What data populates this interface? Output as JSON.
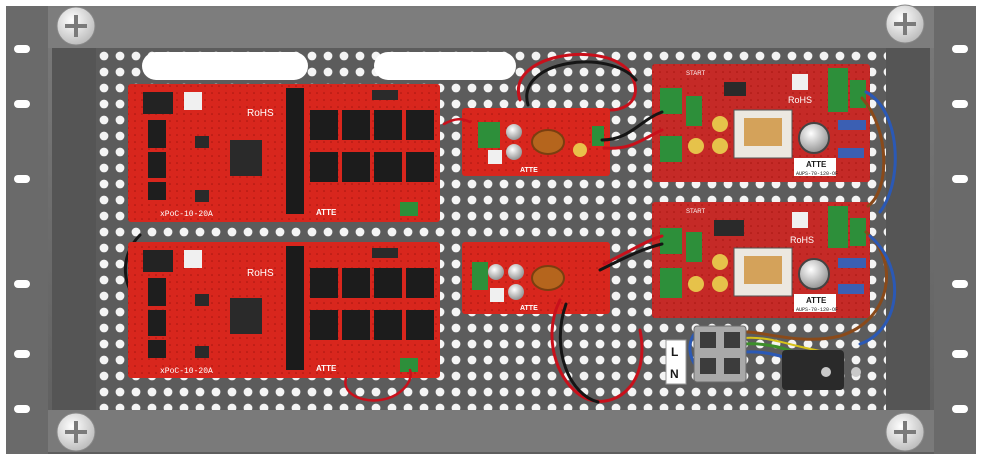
{
  "switches": [
    {
      "model": "xPoC-10-20A",
      "rohs": "RoHS",
      "brand": "ATTE"
    },
    {
      "model": "xPoC-10-20A",
      "rohs": "RoHS",
      "brand": "ATTE"
    }
  ],
  "converters": [
    {
      "brand": "ATTE"
    },
    {
      "brand": "ATTE"
    }
  ],
  "psus": [
    {
      "brand": "ATTE",
      "model": "AUPS-70-120-OF",
      "rohs": "RoHS",
      "start": "START"
    },
    {
      "brand": "ATTE",
      "model": "AUPS-70-120-OF",
      "rohs": "RoHS",
      "start": "START"
    }
  ],
  "terminal": {
    "line": "L",
    "neutral": "N"
  },
  "colors": {
    "rack": "#6d6d6d",
    "board_red": "#d8261d",
    "psu_red": "#c52a27",
    "terminal_green": "#2d8f3a",
    "wire_red": "#c8101b",
    "wire_blue": "#2b59b5",
    "wire_brown": "#8a4a1a",
    "wire_black": "#151515"
  }
}
